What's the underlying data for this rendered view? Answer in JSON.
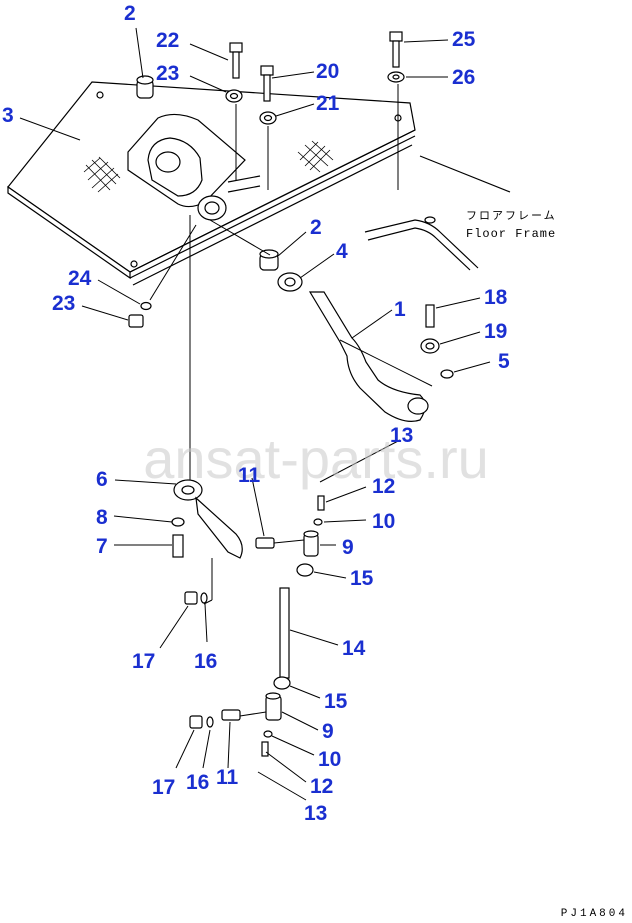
{
  "watermark": "ansat-parts.ru",
  "floor_frame": {
    "jp": "フロアフレーム",
    "en": "Floor Frame"
  },
  "drawing_code": "PJ1A804",
  "callouts": {
    "c2a": "2",
    "c22": "22",
    "c23a": "23",
    "c20": "20",
    "c21": "21",
    "c25": "25",
    "c26": "26",
    "c3": "3",
    "c2b": "2",
    "c4": "4",
    "c24": "24",
    "c23b": "23",
    "c1": "1",
    "c18": "18",
    "c19": "19",
    "c5": "5",
    "c13a": "13",
    "c6": "6",
    "c11a": "11",
    "c12a": "12",
    "c8": "8",
    "c10a": "10",
    "c7": "7",
    "c9a": "9",
    "c15a": "15",
    "c14": "14",
    "c17a": "17",
    "c16a": "16",
    "c15b": "15",
    "c9b": "9",
    "c10b": "10",
    "c17b": "17",
    "c16b": "16",
    "c11b": "11",
    "c12b": "12",
    "c13b": "13"
  }
}
